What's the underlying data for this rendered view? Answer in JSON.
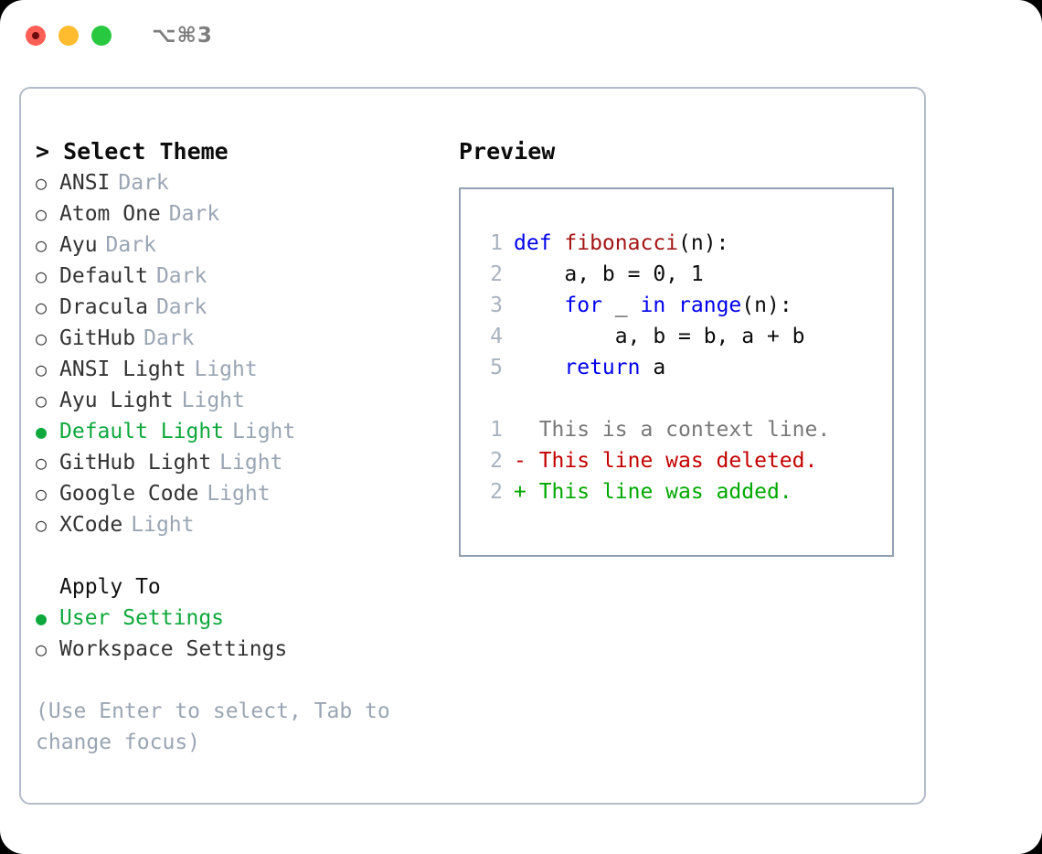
{
  "titlebar": {
    "shortcut": "⌥⌘3",
    "lights": [
      {
        "name": "close",
        "color": "#ff5f57"
      },
      {
        "name": "minimize",
        "color": "#febc2e"
      },
      {
        "name": "maximize",
        "color": "#28c840"
      }
    ]
  },
  "theme_picker": {
    "heading": "> Select Theme",
    "selected_bullet": "●",
    "unselected_bullet": "○",
    "accent_color": "#0ea83c",
    "tag_color": "#9aa5b4",
    "items": [
      {
        "label": "ANSI",
        "tag": "Dark",
        "selected": false
      },
      {
        "label": "Atom One",
        "tag": "Dark",
        "selected": false
      },
      {
        "label": "Ayu",
        "tag": "Dark",
        "selected": false
      },
      {
        "label": "Default",
        "tag": "Dark",
        "selected": false
      },
      {
        "label": "Dracula",
        "tag": "Dark",
        "selected": false
      },
      {
        "label": "GitHub",
        "tag": "Dark",
        "selected": false
      },
      {
        "label": "ANSI Light",
        "tag": "Light",
        "selected": false
      },
      {
        "label": "Ayu Light",
        "tag": "Light",
        "selected": false
      },
      {
        "label": "Default Light",
        "tag": "Light",
        "selected": true
      },
      {
        "label": "GitHub Light",
        "tag": "Light",
        "selected": false
      },
      {
        "label": "Google Code",
        "tag": "Light",
        "selected": false
      },
      {
        "label": "XCode",
        "tag": "Light",
        "selected": false
      }
    ]
  },
  "apply_to": {
    "heading": "Apply To",
    "items": [
      {
        "label": "User Settings",
        "selected": true
      },
      {
        "label": "Workspace Settings",
        "selected": false
      }
    ]
  },
  "hint": "(Use Enter to select, Tab to change focus)",
  "preview": {
    "heading": "Preview",
    "code_lines": [
      {
        "lineno": "1",
        "tokens": [
          {
            "text": "def ",
            "style": "kw"
          },
          {
            "text": "fibonacci",
            "style": "fn"
          },
          {
            "text": "(n):",
            "style": "plain"
          }
        ]
      },
      {
        "lineno": "2",
        "tokens": [
          {
            "text": "    a, b = 0, 1",
            "style": "plain"
          }
        ]
      },
      {
        "lineno": "3",
        "tokens": [
          {
            "text": "    ",
            "style": "plain"
          },
          {
            "text": "for",
            "style": "kw"
          },
          {
            "text": " _ ",
            "style": "plain"
          },
          {
            "text": "in",
            "style": "kw"
          },
          {
            "text": " ",
            "style": "plain"
          },
          {
            "text": "range",
            "style": "kw"
          },
          {
            "text": "(n):",
            "style": "plain"
          }
        ]
      },
      {
        "lineno": "4",
        "tokens": [
          {
            "text": "        a, b = b, a + b",
            "style": "plain"
          }
        ]
      },
      {
        "lineno": "5",
        "tokens": [
          {
            "text": "    ",
            "style": "plain"
          },
          {
            "text": "return",
            "style": "kw"
          },
          {
            "text": " a",
            "style": "plain"
          }
        ]
      }
    ],
    "diff_lines": [
      {
        "lineno": "1",
        "tokens": [
          {
            "text": "  This is a context line.",
            "style": "ctx"
          }
        ]
      },
      {
        "lineno": "2",
        "tokens": [
          {
            "text": "- This line was deleted.",
            "style": "del"
          }
        ]
      },
      {
        "lineno": "2",
        "tokens": [
          {
            "text": "+ This line was added.",
            "style": "add"
          }
        ]
      }
    ]
  }
}
